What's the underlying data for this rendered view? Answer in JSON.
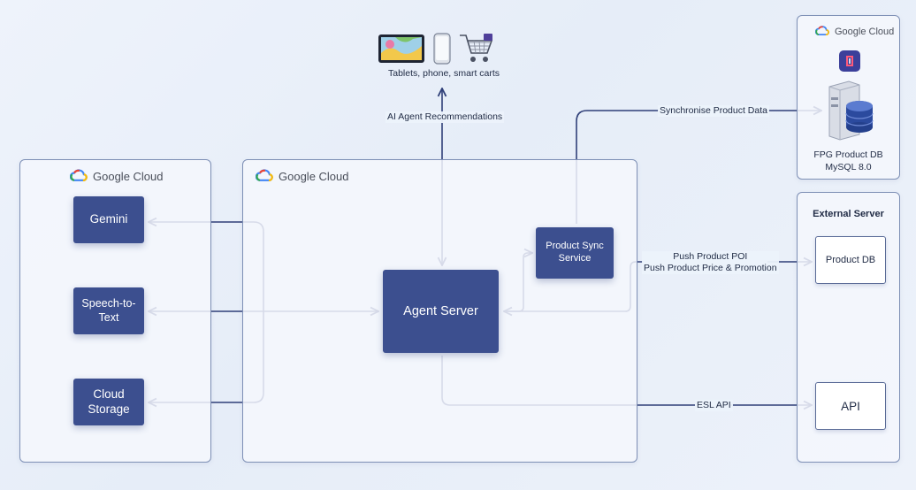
{
  "diagram": {
    "google_cloud_label": "Google Cloud",
    "devices": {
      "label": "Tablets, phone, smart carts"
    },
    "ai_label": "AI Agent Recommendations",
    "sync_label": "Synchronise Product Data",
    "left_panel": {
      "services": [
        "Gemini",
        "Speech-to-Text",
        "Cloud\nStorage"
      ]
    },
    "center_panel": {
      "agent_server": "Agent Server",
      "product_sync": "Product Sync\nService"
    },
    "db_panel": {
      "label": "FPG Product DB\nMySQL 8.0"
    },
    "external_panel": {
      "title": "External Server",
      "product_db": "Product DB",
      "api": "API"
    },
    "push_label": "Push Product POI\nPush Product Price & Promotion",
    "esl_label": "ESL API"
  }
}
